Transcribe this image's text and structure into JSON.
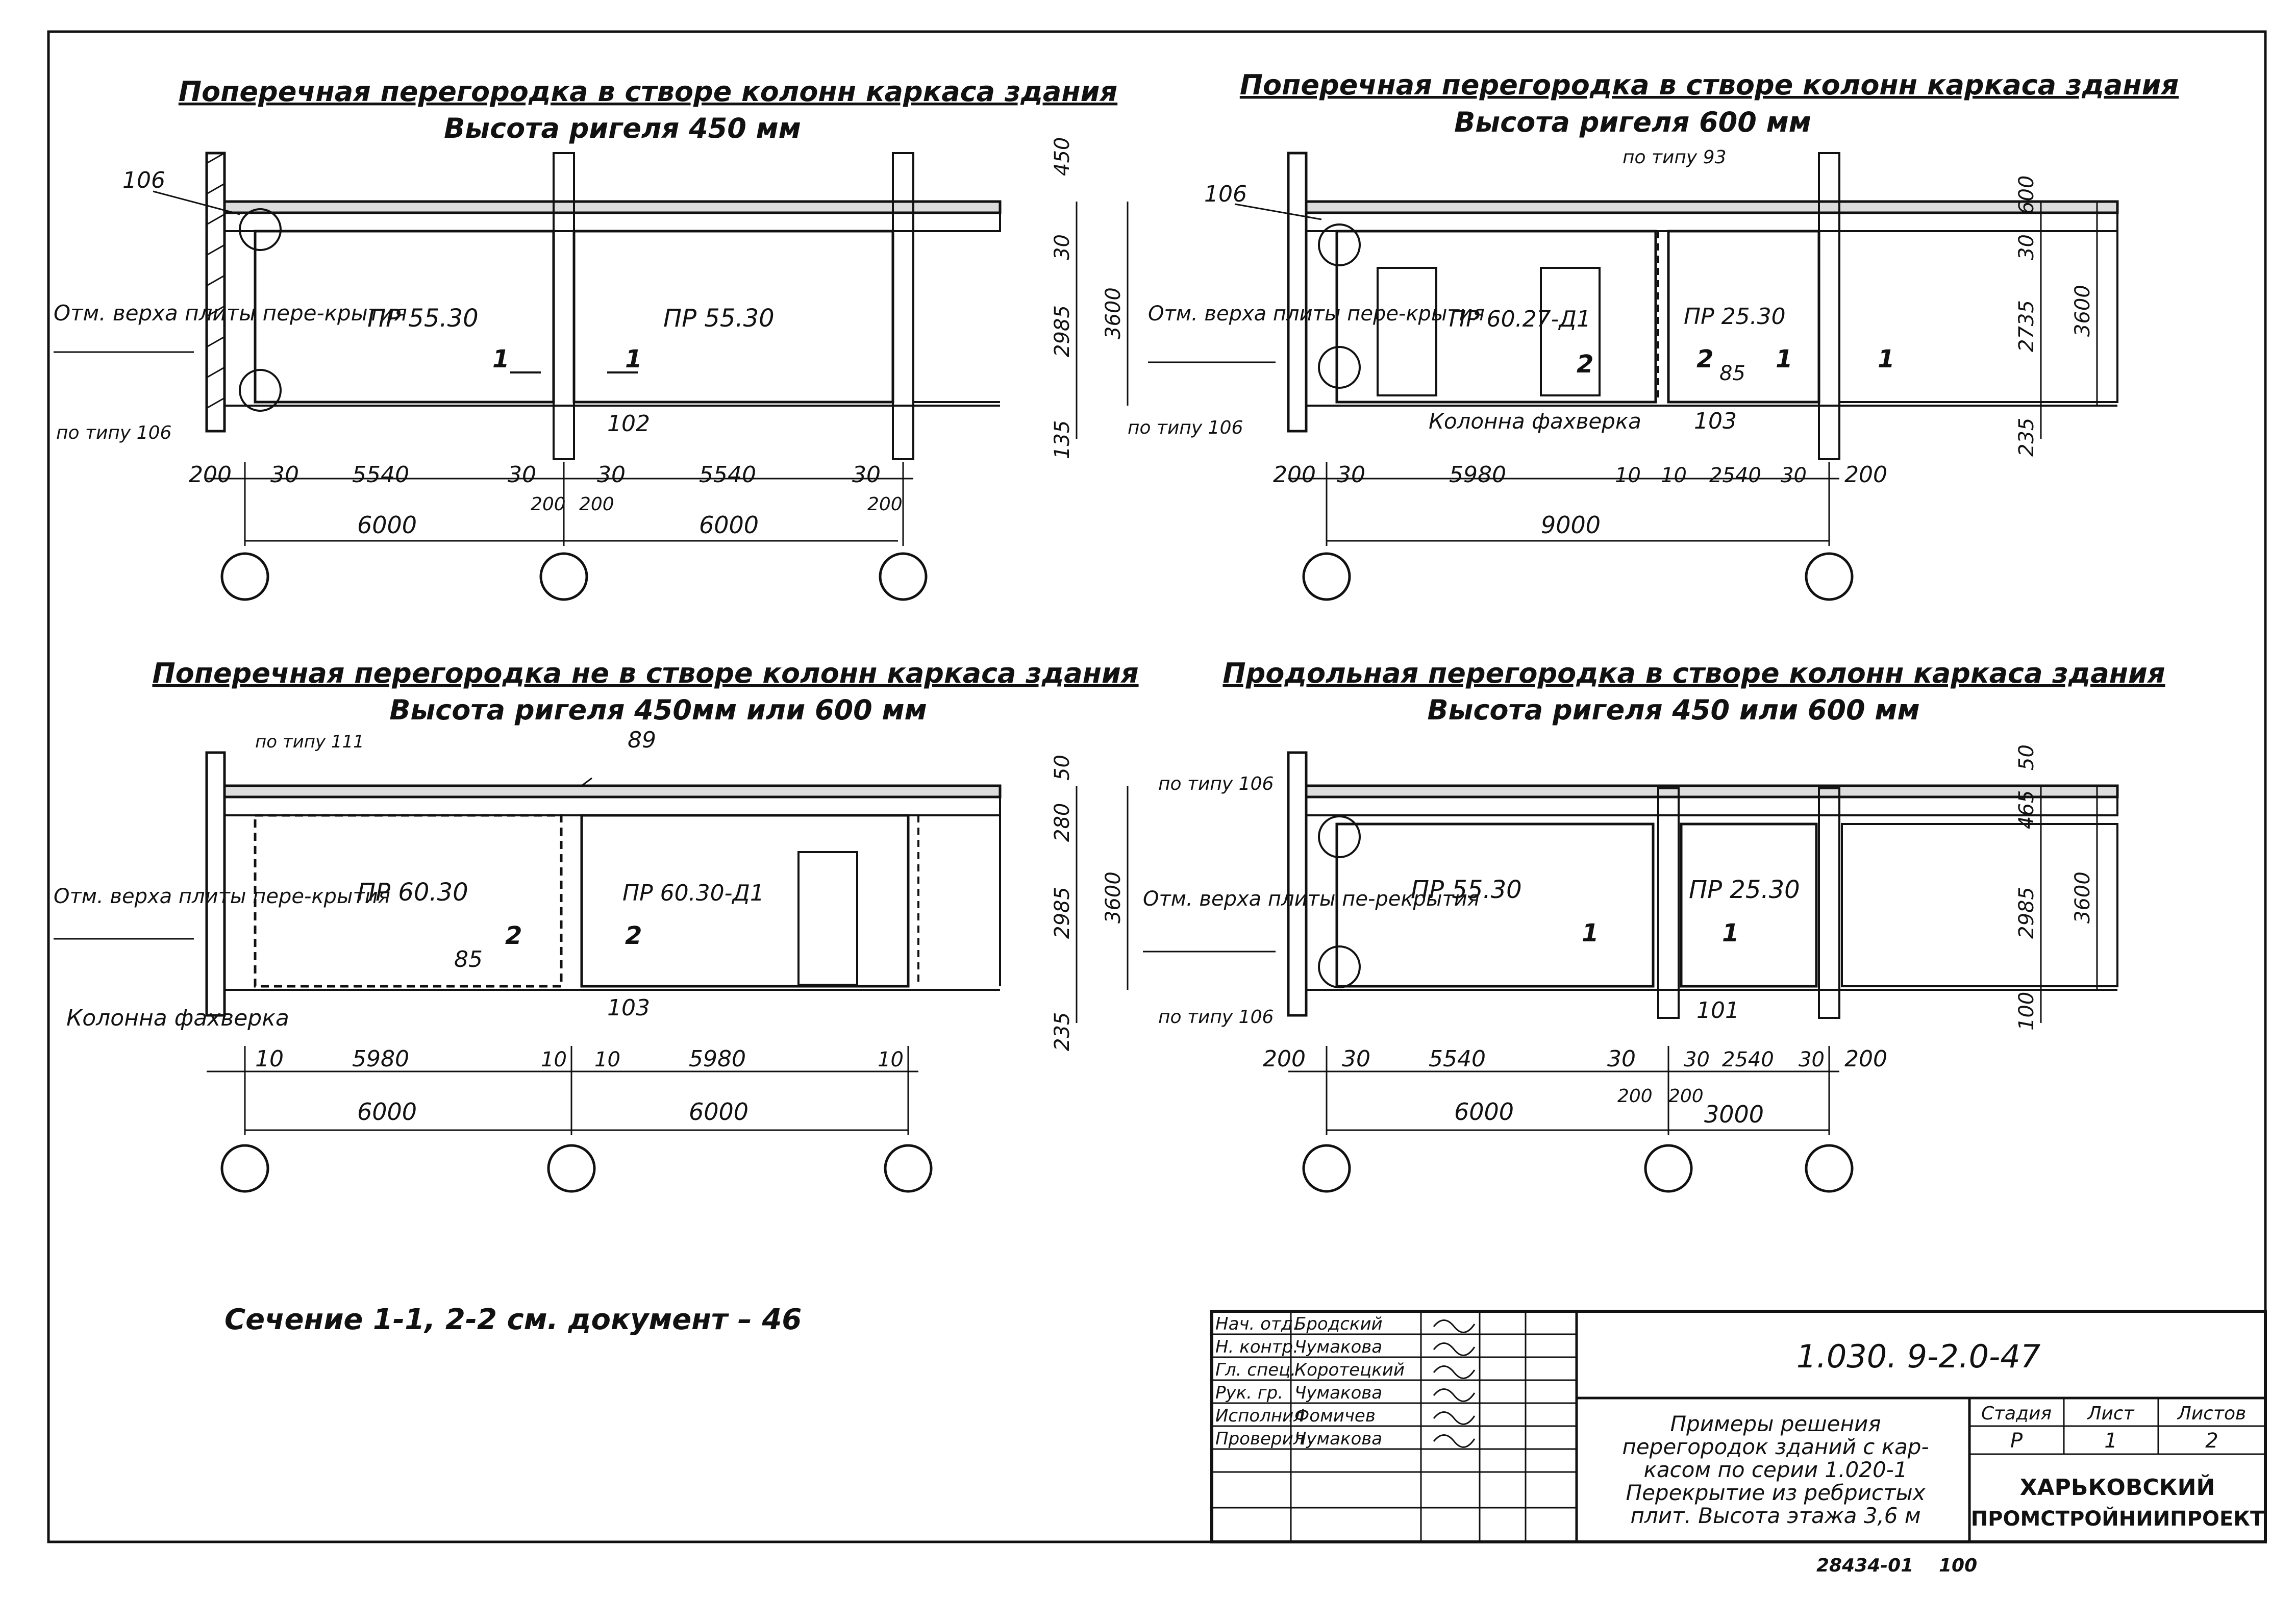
{
  "panels": [
    {
      "title": "Поперечная перегородка в створе колонн каркаса здания",
      "subtitle": "Высота ригеля 450 мм",
      "notes": [
        "106",
        "Отм. верха плиты пере-крытия",
        "по типу 106",
        "102"
      ],
      "panel_labels": [
        "ПР 55.30",
        "ПР 55.30"
      ],
      "section_marks": [
        "1",
        "1"
      ],
      "dims_bottom": [
        "200",
        "30",
        "5540",
        "30",
        "30",
        "5540",
        "30",
        "200",
        "200",
        "200"
      ],
      "dims_axis": [
        "6000",
        "6000"
      ],
      "dims_right": [
        "450",
        "30",
        "2985",
        "3600",
        "135"
      ]
    },
    {
      "title": "Поперечная перегородка в створе колонн каркаса здания",
      "subtitle": "Высота ригеля 600 мм",
      "notes": [
        "106",
        "по типу 93",
        "Отм. верха плиты пере-крытия",
        "по типу 106",
        "Колонна фахверка",
        "103",
        "85"
      ],
      "panel_labels": [
        "ПР 60.27-Д1",
        "ПР 25.30"
      ],
      "section_marks": [
        "2",
        "2",
        "1",
        "1"
      ],
      "dims_bottom": [
        "200",
        "30",
        "5980",
        "10",
        "10",
        "2540",
        "30",
        "200"
      ],
      "dims_axis": [
        "9000"
      ],
      "dims_right": [
        "600",
        "30",
        "2735",
        "3600",
        "235"
      ]
    },
    {
      "title": "Поперечная перегородка не в створе колонн каркаса здания",
      "subtitle": "Высота ригеля 450мм или 600 мм",
      "notes": [
        "по типу 111",
        "89",
        "Отм. верха плиты пере-крытия",
        "Колонна фахверка",
        "85",
        "103"
      ],
      "panel_labels": [
        "ПР 60.30",
        "ПР 60.30-Д1"
      ],
      "section_marks": [
        "2",
        "2"
      ],
      "dims_bottom": [
        "10",
        "5980",
        "10",
        "10",
        "5980",
        "10"
      ],
      "dims_axis": [
        "6000",
        "6000"
      ],
      "dims_right": [
        "50",
        "280",
        "2985",
        "3600",
        "235"
      ]
    },
    {
      "title": "Продольная перегородка в створе колонн каркаса здания",
      "subtitle": "Высота ригеля 450 или 600 мм",
      "notes": [
        "по типу 106",
        "Отм. верха плиты пе-рекрытия",
        "по типу 106",
        "101"
      ],
      "panel_labels": [
        "ПР 55.30",
        "ПР 25.30"
      ],
      "section_marks": [
        "1",
        "1"
      ],
      "dims_bottom": [
        "200",
        "30",
        "5540",
        "30",
        "30",
        "2540",
        "30",
        "200",
        "200",
        "200"
      ],
      "dims_axis": [
        "6000",
        "3000"
      ],
      "dims_right": [
        "50",
        "465",
        "2985",
        "3600",
        "100"
      ]
    }
  ],
  "footnote": "Сечение 1-1, 2-2 см. документ – 46",
  "title_block": {
    "roles": [
      "Нач. отд.",
      "Н. контр.",
      "Гл. спец.",
      "Рук. гр.",
      "Исполнил",
      "Проверил"
    ],
    "names": [
      "Бродский",
      "Чумакова",
      "Коротецкий",
      "Чумакова",
      "Фомичев",
      "Чумакова"
    ],
    "doc_code": "1.030. 9-2.0-47",
    "description": [
      "Примеры решения",
      "перегородок зданий с кар-",
      "касом по серии 1.020-1",
      "Перекрытие из ребристых",
      "плит. Высота этажа 3,6 м"
    ],
    "stage_header": "Стадия",
    "sheet_header": "Лист",
    "sheets_header": "Листов",
    "stage": "Р",
    "sheet": "1",
    "sheets": "2",
    "org": [
      "ХАРЬКОВСКИЙ",
      "ПРОМСТРОЙНИИПРОЕКТ"
    ]
  },
  "archive_no": "28434-01",
  "archive_page": "100"
}
